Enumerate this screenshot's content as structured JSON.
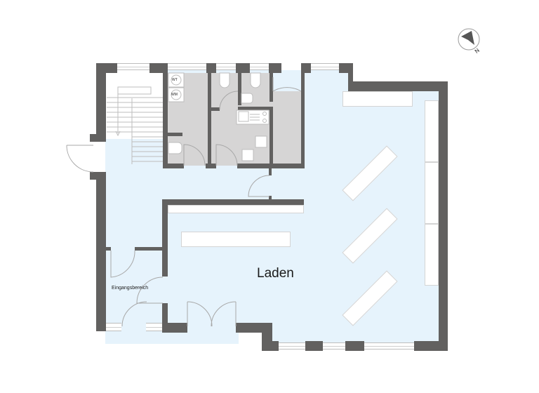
{
  "plan": {
    "rooms": [
      {
        "id": "laden",
        "label": "Laden"
      },
      {
        "id": "eingangsbereich",
        "label": "Eingangsbereich"
      }
    ],
    "appliances": {
      "dryer_label": "WT",
      "washer_label": "WM"
    },
    "compass": {
      "north_label": "N"
    },
    "colors": {
      "wall": "#626160",
      "shop_floor": "#e6f3fc",
      "utility_floor": "#d6d5d5",
      "fixtures": "#ffffff"
    }
  }
}
